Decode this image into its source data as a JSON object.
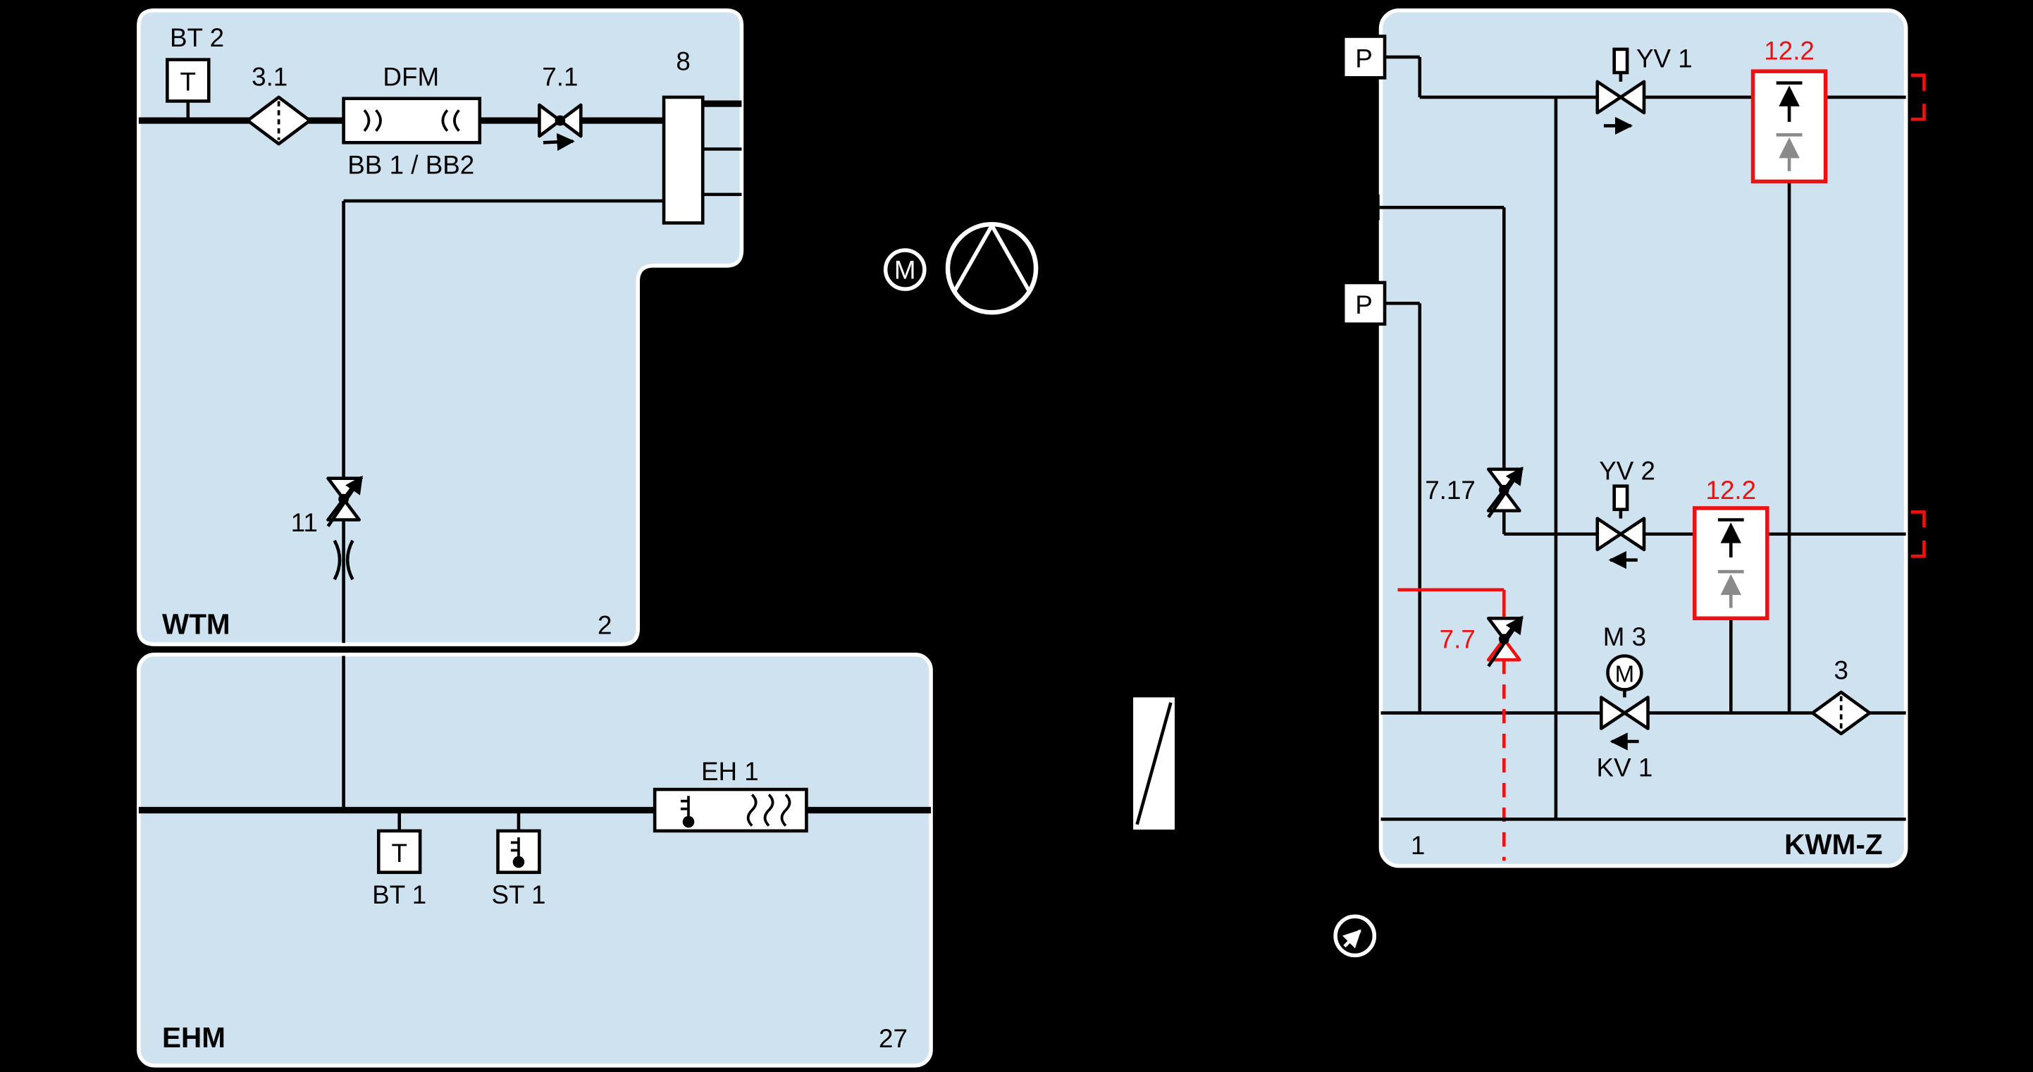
{
  "colors": {
    "background": "#000000",
    "panel_fill": "#cfe2f0",
    "panel_border": "#ffffff",
    "line": "#000000",
    "accent_red": "#ee1111",
    "inactive_gray": "#8a8a8a",
    "symbol_white": "#ffffff"
  },
  "wtm": {
    "title": "WTM",
    "number": "2",
    "bt2_label": "BT 2",
    "bt2_symbol": "T",
    "strainer_label": "3.1",
    "flowmeter_label": "DFM",
    "flowmeter_sublabel": "BB 1 / BB2",
    "check_valve_label": "7.1",
    "manifold_label": "8",
    "valve_label": "11"
  },
  "ehm": {
    "title": "EHM",
    "number": "27",
    "heater_label": "EH 1",
    "bt1_label": "BT 1",
    "bt1_symbol": "T",
    "st1_label": "ST 1"
  },
  "pump": {
    "motor_symbol": "M"
  },
  "kwm": {
    "title": "KWM-Z",
    "number": "1",
    "pressure1": "P",
    "pressure2": "P",
    "yv1_label": "YV 1",
    "unit1_label": "12.2",
    "valve_717_label": "7.17",
    "yv2_label": "YV 2",
    "unit2_label": "12.2",
    "valve_77_label": "7.7",
    "m3_label": "M 3",
    "m3_symbol": "M",
    "kv1_label": "KV 1",
    "strainer_label": "3"
  }
}
